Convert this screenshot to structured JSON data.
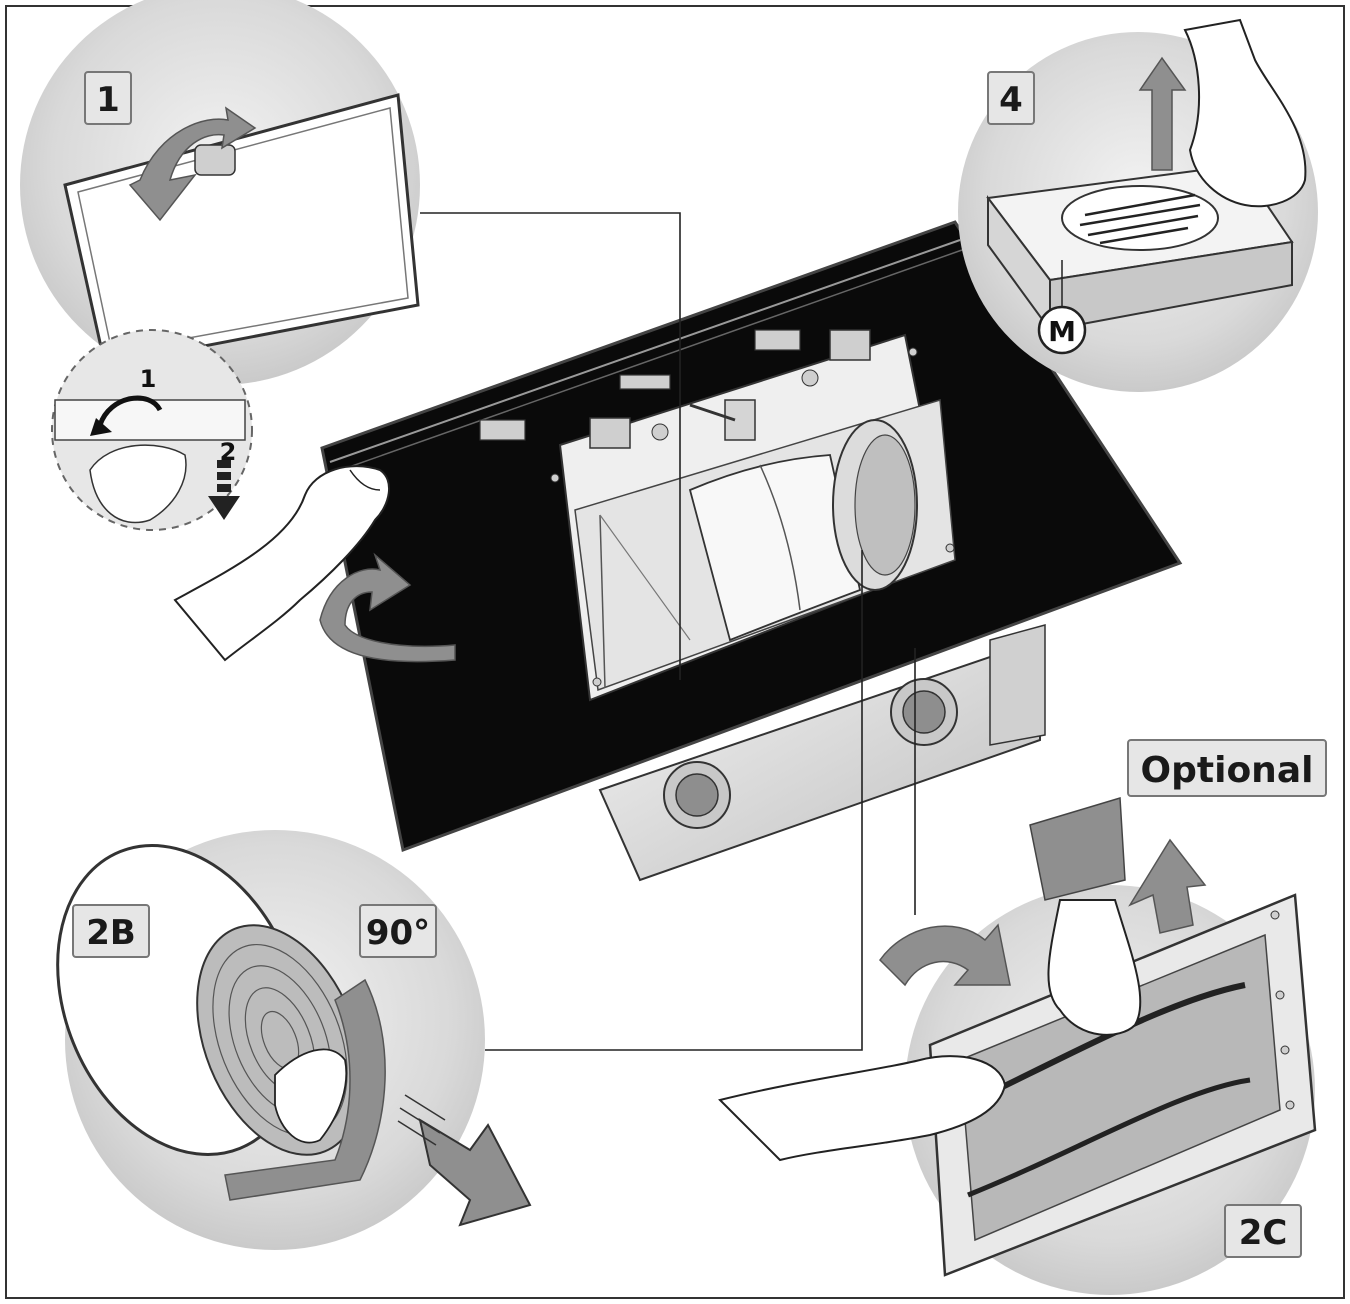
{
  "labels": {
    "step_1": "1",
    "step_4": "4",
    "step_2b": "2B",
    "step_2c": "2C",
    "angle": "90°",
    "optional": "Optional",
    "marker_m": "M",
    "sub_1": "1",
    "sub_2": "2"
  },
  "colors": {
    "glass": "#0a0a0a",
    "circle_fill": "#cfcfcf",
    "arrow_gray": "#8f8f8f",
    "steel": "#d8d8d8",
    "label_bg": "#e6e6e6"
  },
  "icons": {
    "rotate_arrow": "curved-arrow-icon",
    "lift_arrow": "up-arrow-icon",
    "pull_arrow": "down-arrow-icon"
  }
}
